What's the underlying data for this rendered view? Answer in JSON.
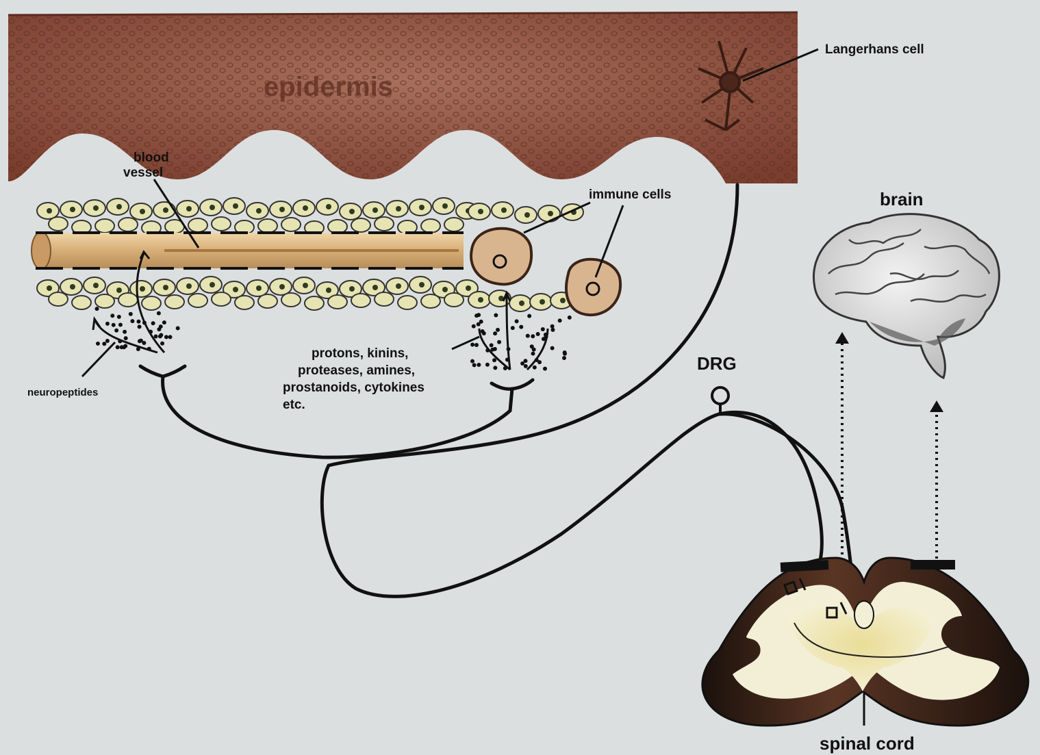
{
  "diagram": {
    "labels": {
      "epidermis": "epidermis",
      "langerhans_cell": "Langerhans cell",
      "blood_vessel_line1": "blood",
      "blood_vessel_line2": "vessel",
      "immune_cells": "immune cells",
      "brain": "brain",
      "mediators_line1": "protons, kinins,",
      "mediators_line2": "proteases, amines,",
      "mediators_line3": "prostanoids, cytokines",
      "mediators_line4": "etc.",
      "drg": "DRG",
      "neuropeptides": "neuropeptides",
      "spinal_cord": "spinal cord"
    },
    "colors": {
      "background": "#dcdfe0",
      "epidermis": "#8a4e3c",
      "vessel": "#d9b887",
      "cell_fill": "#e7e4b4",
      "immune_cell": "#d9b58f",
      "spinal_grey": "#f1ecc6",
      "spinal_dark": "#2a1a12"
    }
  }
}
